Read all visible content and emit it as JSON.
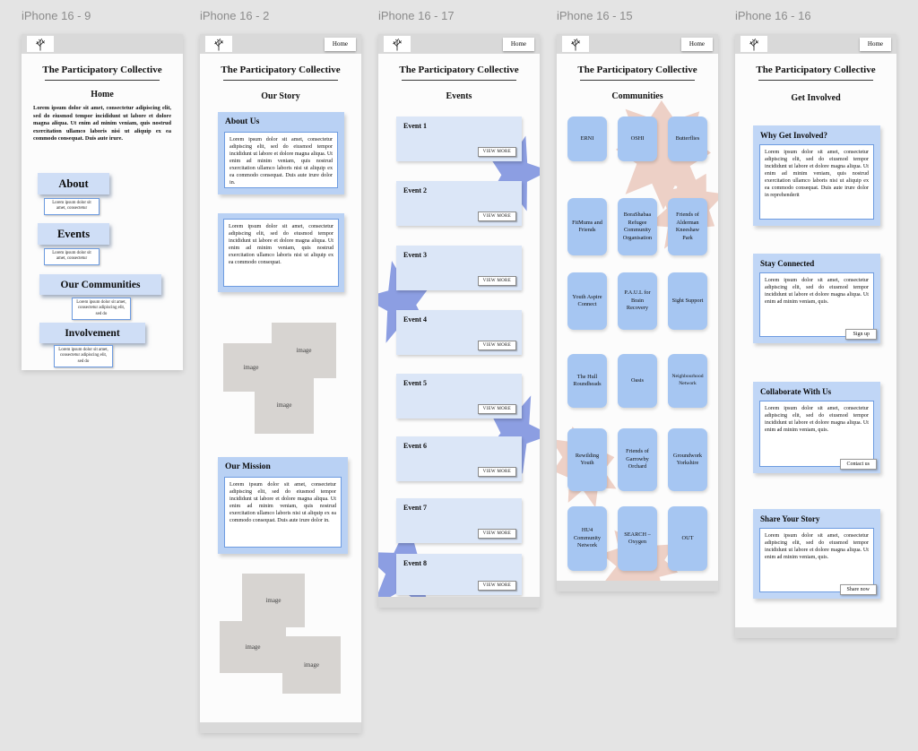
{
  "colors": {
    "canvas_bg": "#e4e4e4",
    "appbar_gray": "#d9d9d9",
    "panel_blue": "#b9d1f4",
    "button_blue": "#cfdef6",
    "community_blue": "#a6c6f2",
    "event_card_blue": "#dbe6f7",
    "star_purple": "#8c9ee2",
    "blob_salmon": "#edd0c6",
    "box_border_blue": "#6d9be0"
  },
  "frames": [
    {
      "device_label": "iPhone 16 - 9",
      "site_title": "The Participatory Collective",
      "page_title": "Home",
      "intro": "Lorem ipsum dolor sit amet, consectetur adipiscing elit, sed do eiusmod tempor incididunt ut labore et dolore magna aliqua. Ut enim ad minim veniam, quis nostrud exercitation ullamco laboris nisi ut aliquip ex ea commodo consequat. Duis aute irure.",
      "nav": [
        {
          "label": "About",
          "caption": "Lorem ipsum dolor sit amet, consectetur"
        },
        {
          "label": "Events",
          "caption": "Lorem ipsum dolor sit amet, consectetur"
        },
        {
          "label": "Our Communities",
          "caption": "Lorem ipsum dolor sit amet, consectetur adipiscing elit, sed do"
        },
        {
          "label": "Involvement",
          "caption": "Lorem ipsum dolor sit amet, consectetur adipiscing elit, sed do"
        }
      ]
    },
    {
      "device_label": "iPhone 16 - 2",
      "site_title": "The Participatory Collective",
      "page_title": "Our Story",
      "home_label": "Home",
      "about_us": {
        "heading": "About Us",
        "text": "Lorem ipsum dolor sit amet, consectetur adipiscing elit, sed do eiusmod tempor incididunt ut labore et dolore magna aliqua. Ut enim ad minim veniam, quis nostrud exercitation ullamco laboris nisi ut aliquip ex ea commodo consequat. Duis aute irure dolor in."
      },
      "intro_box": "Lorem ipsum dolor sit amet, consectetur adipiscing elit, sed do eiusmod tempor incididunt ut labore et dolore magna aliqua. Ut enim ad minim veniam, quis nostrud exercitation ullamco laboris nisi ut aliquip ex ea commodo consequat.",
      "our_mission": {
        "heading": "Our Mission",
        "text": "Lorem ipsum dolor sit amet, consectetur adipiscing elit, sed do eiusmod tempor incididunt ut labore et dolore magna aliqua. Ut enim ad minim veniam, quis nostrud exercitation ullamco laboris nisi ut aliquip ex ea commodo consequat. Duis aute irure dolor in."
      },
      "image_label": "image"
    },
    {
      "device_label": "iPhone 16 - 17",
      "site_title": "The Participatory Collective",
      "page_title": "Events",
      "home_label": "Home",
      "view_more": "VIEW MORE",
      "events": [
        "Event 1",
        "Event 2",
        "Event 3",
        "Event 4",
        "Event 5",
        "Event 6",
        "Event 7",
        "Event 8"
      ]
    },
    {
      "device_label": "iPhone 16 - 15",
      "site_title": "The Participatory Collective",
      "page_title": "Communities",
      "home_label": "Home",
      "communities": [
        "ERNI",
        "OSHI",
        "Butterflies",
        "FitMums and Friends",
        "BoraShabaa Refugee Community Organisation",
        "Friends of Alderman Kneeshaw Park",
        "Youth Aspire Connect",
        "P.A.U.L for Brain Recovery",
        "Sight Support",
        "The Hull Roundheads",
        "Oasis",
        "Neighbourhood Network",
        "Rewilding Youth",
        "Friends of Garrowby Orchard",
        "Groundwork Yorkshire",
        "HU4 Community Network",
        "SEARCH – Oxygen",
        "OUT"
      ]
    },
    {
      "device_label": "iPhone 16 - 16",
      "site_title": "The Participatory Collective",
      "page_title": "Get Involved",
      "home_label": "Home",
      "sections": [
        {
          "heading": "Why Get Involved?",
          "text": "Lorem ipsum dolor sit amet, consectetur adipiscing elit, sed do eiusmod tempor incididunt ut labore et dolore magna aliqua. Ut enim ad minim veniam, quis nostrud exercitation ullamco laboris nisi ut aliquip ex ea commodo consequat. Duis aute irure dolor in reprehenderit",
          "button": ""
        },
        {
          "heading": "Stay Connected",
          "text": "Lorem ipsum dolor sit amet, consectetur adipiscing elit, sed do eiusmod tempor incididunt ut labore et dolore magna aliqua. Ut enim ad minim veniam, quis.",
          "button": "Sign up"
        },
        {
          "heading": "Collaborate With Us",
          "text": "Lorem ipsum dolor sit amet, consectetur adipiscing elit, sed do eiusmod tempor incididunt ut labore et dolore magna aliqua. Ut enim ad minim veniam, quis.",
          "button": "Contact us"
        },
        {
          "heading": "Share Your Story",
          "text": "Lorem ipsum dolor sit amet, consectetur adipiscing elit, sed do eiusmod tempor incididunt ut labore et dolore magna aliqua. Ut enim ad minim veniam, quis.",
          "button": "Share now"
        }
      ]
    }
  ]
}
